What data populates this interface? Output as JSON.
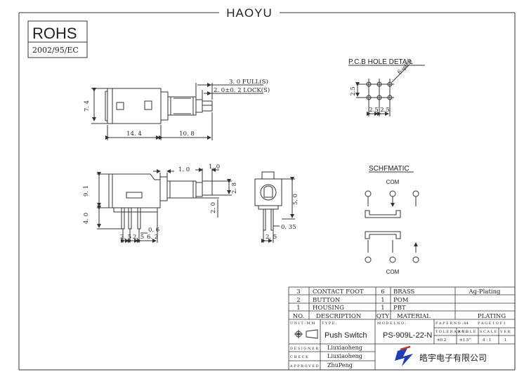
{
  "header": {
    "brand": "HAOYU"
  },
  "rohs": {
    "label": "ROHS",
    "directive": "2002/95/EC"
  },
  "pcb": {
    "title": "P.C.B  HOLE  DETAIL",
    "hole": "6-φ0.9",
    "dim_v": "2.5",
    "dim_h1": "2.5",
    "dim_h2": "2.5"
  },
  "top_view": {
    "full_stroke": "3. 0  FULL(S)",
    "lock_stroke": "2. 0±0. 2  LOCK(S)",
    "height": "7. 4",
    "body_len": "14. 4",
    "shaft_len": "10. 8"
  },
  "side_view": {
    "d_top1": "1. 0",
    "d_top2": "1. 0",
    "body_h": "9. 1",
    "pin_h": "4. 0",
    "btn_h": "2. 0",
    "btn_d": "2. 8",
    "pin_w": "0. 6",
    "pitch1": "2. 5",
    "pitch2": "2. 5",
    "span": "6. 2"
  },
  "end_view": {
    "height": "5. 0",
    "pin_t": "0. 35",
    "pitch": "2. 5"
  },
  "schematic": {
    "title": "SCHFMATIC",
    "com_top": "COM",
    "com_bottom": "COM"
  },
  "bom": {
    "rows": [
      {
        "no": "3",
        "desc": "CONTACT FOOT",
        "qty": "6",
        "material": "BRASS",
        "plating": "Ag-Plating"
      },
      {
        "no": "2",
        "desc": "BUTTON",
        "qty": "1",
        "material": "POM",
        "plating": ""
      },
      {
        "no": "1",
        "desc": "HOUSING",
        "qty": "1",
        "material": "PBT",
        "plating": ""
      }
    ],
    "header": {
      "no": "NO.",
      "desc": "DESCRIPTION",
      "qty": "QTY",
      "material": "MATERIAL",
      "plating": "PLATING"
    }
  },
  "title_block": {
    "unit_label": "U N I T : M M",
    "type_label": "T Y P E :",
    "type_value": "Push  Switch",
    "model_label": "M O D E L   N O :",
    "model_value": "PS-909L-22-N",
    "paper_label": "P A P E R   N O :",
    "paper_value": "A4",
    "page_label": "P A G E  1  O F  1",
    "tol_label": "T O L E R A N C E",
    "tol_value": "±0.2",
    "angle_label": "A N G L E",
    "angle_value": "±1.5°",
    "scale_label": "S C A L E",
    "scale_value": "4 : 1",
    "ver_label": "V E R",
    "ver_value": "1",
    "designer_label": "D E S I G N E R",
    "designer": "Liuxiaoheng",
    "check_label": "C H E C K",
    "checker": "Liuxiaoheng",
    "approver_label": "A P P R O V E D",
    "approver": "ZhuPeng",
    "company": "皓宇电子有限公司"
  }
}
